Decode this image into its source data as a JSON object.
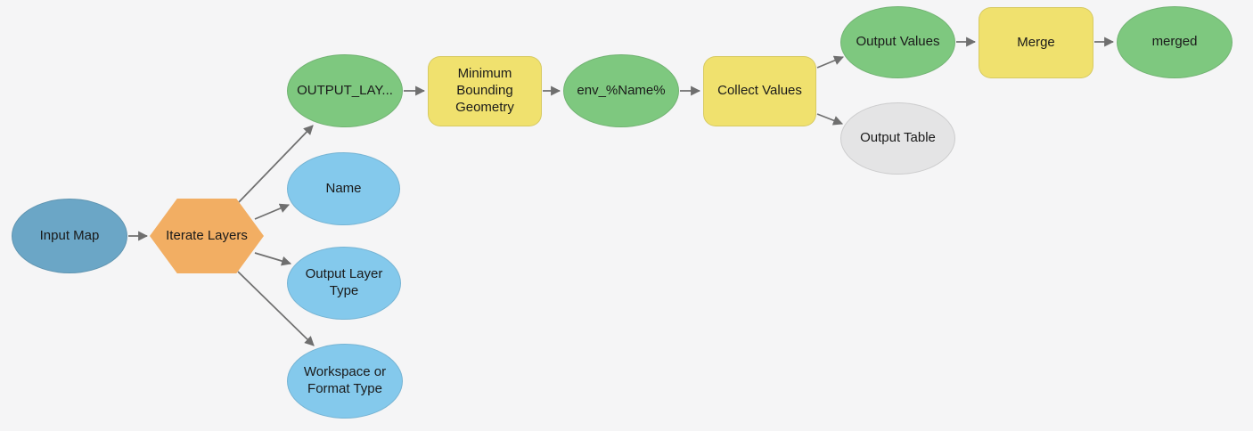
{
  "colors": {
    "background": "#f5f5f6",
    "input_data": "#6ba6c6",
    "parameter": "#84c9ec",
    "derived_data": "#7ec87f",
    "tool": "#f0e16e",
    "iterator": "#f2ae63",
    "unready": "#e4e4e5",
    "edge": "#6f6f6f",
    "text": "#1a1a1a"
  },
  "nodes": [
    {
      "id": "input-map",
      "label": "Input Map",
      "kind": "input-data-variable"
    },
    {
      "id": "iterate-layers",
      "label": "Iterate Layers",
      "kind": "iterator-tool"
    },
    {
      "id": "output-layer",
      "label": "OUTPUT_LAY...",
      "kind": "derived-data-variable"
    },
    {
      "id": "minimum-bounding-geometry",
      "label": "Minimum\nBounding\nGeometry",
      "kind": "tool"
    },
    {
      "id": "env-name",
      "label": "env_%Name%",
      "kind": "derived-data-variable"
    },
    {
      "id": "collect-values",
      "label": "Collect Values",
      "kind": "tool"
    },
    {
      "id": "output-values",
      "label": "Output Values",
      "kind": "derived-data-variable"
    },
    {
      "id": "merge",
      "label": "Merge",
      "kind": "tool"
    },
    {
      "id": "merged",
      "label": "merged",
      "kind": "derived-data-variable"
    },
    {
      "id": "output-table",
      "label": "Output Table",
      "kind": "unready-data-variable"
    },
    {
      "id": "name",
      "label": "Name",
      "kind": "parameter-variable"
    },
    {
      "id": "output-layer-type",
      "label": "Output Layer\nType",
      "kind": "parameter-variable"
    },
    {
      "id": "workspace-or-format-type",
      "label": "Workspace or\nFormat Type",
      "kind": "parameter-variable"
    }
  ],
  "edges": [
    {
      "from": "input-map",
      "to": "iterate-layers"
    },
    {
      "from": "iterate-layers",
      "to": "output-layer"
    },
    {
      "from": "iterate-layers",
      "to": "name"
    },
    {
      "from": "iterate-layers",
      "to": "output-layer-type"
    },
    {
      "from": "iterate-layers",
      "to": "workspace-or-format-type"
    },
    {
      "from": "output-layer",
      "to": "minimum-bounding-geometry"
    },
    {
      "from": "minimum-bounding-geometry",
      "to": "env-name"
    },
    {
      "from": "env-name",
      "to": "collect-values"
    },
    {
      "from": "collect-values",
      "to": "output-values"
    },
    {
      "from": "collect-values",
      "to": "output-table"
    },
    {
      "from": "output-values",
      "to": "merge"
    },
    {
      "from": "merge",
      "to": "merged"
    }
  ]
}
